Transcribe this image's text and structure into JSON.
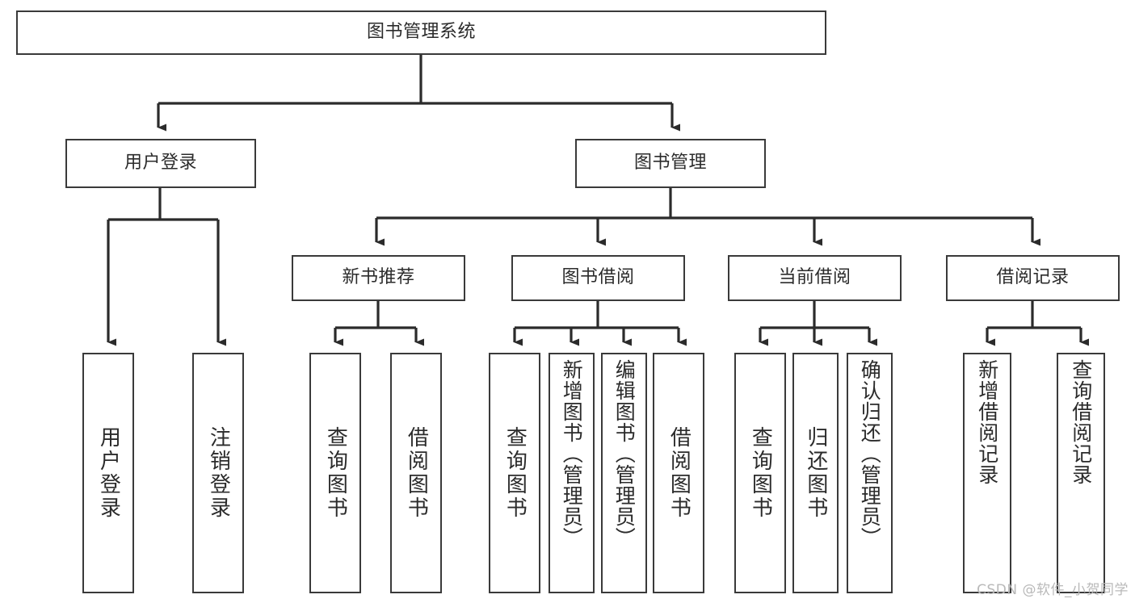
{
  "diagram": {
    "type": "tree-hierarchy",
    "title": "图书管理系统",
    "orientation": "top-down",
    "watermark": "CSDN @软件_小贺同学",
    "colors": {
      "box_border": "#3a3a3a",
      "box_fill": "#ffffff",
      "connector": "#2b2b2b",
      "text": "#2b2b2b",
      "watermark": "#b9b9b9",
      "background": "#ffffff"
    },
    "root": {
      "label": "图书管理系统"
    },
    "level2": [
      {
        "id": "user-login",
        "label": "用户登录"
      },
      {
        "id": "book-manage",
        "label": "图书管理"
      }
    ],
    "level3": [
      {
        "id": "new-book-recommend",
        "label": "新书推荐",
        "parent": "book-manage"
      },
      {
        "id": "book-borrow",
        "label": "图书借阅",
        "parent": "book-manage"
      },
      {
        "id": "current-borrow",
        "label": "当前借阅",
        "parent": "book-manage"
      },
      {
        "id": "borrow-record",
        "label": "借阅记录",
        "parent": "book-manage"
      }
    ],
    "leaves": [
      {
        "id": "leaf-user-login",
        "label": "用户登录",
        "parent": "user-login"
      },
      {
        "id": "leaf-logout",
        "label": "注销登录",
        "parent": "user-login"
      },
      {
        "id": "leaf-query-book-1",
        "label": "查询图书",
        "parent": "new-book-recommend"
      },
      {
        "id": "leaf-borrow-book-1",
        "label": "借阅图书",
        "parent": "new-book-recommend"
      },
      {
        "id": "leaf-query-book-2",
        "label": "查询图书",
        "parent": "book-borrow"
      },
      {
        "id": "leaf-add-book",
        "label": "新增图书（管理员）",
        "parent": "book-borrow"
      },
      {
        "id": "leaf-edit-book",
        "label": "编辑图书（管理员）",
        "parent": "book-borrow"
      },
      {
        "id": "leaf-borrow-book-2",
        "label": "借阅图书",
        "parent": "book-borrow"
      },
      {
        "id": "leaf-query-book-3",
        "label": "查询图书",
        "parent": "current-borrow"
      },
      {
        "id": "leaf-return-book",
        "label": "归还图书",
        "parent": "current-borrow"
      },
      {
        "id": "leaf-confirm-return",
        "label": "确认归还（管理员）",
        "parent": "current-borrow"
      },
      {
        "id": "leaf-add-record",
        "label": "新增借阅记录",
        "parent": "borrow-record"
      },
      {
        "id": "leaf-query-record",
        "label": "查询借阅记录",
        "parent": "borrow-record"
      }
    ]
  }
}
